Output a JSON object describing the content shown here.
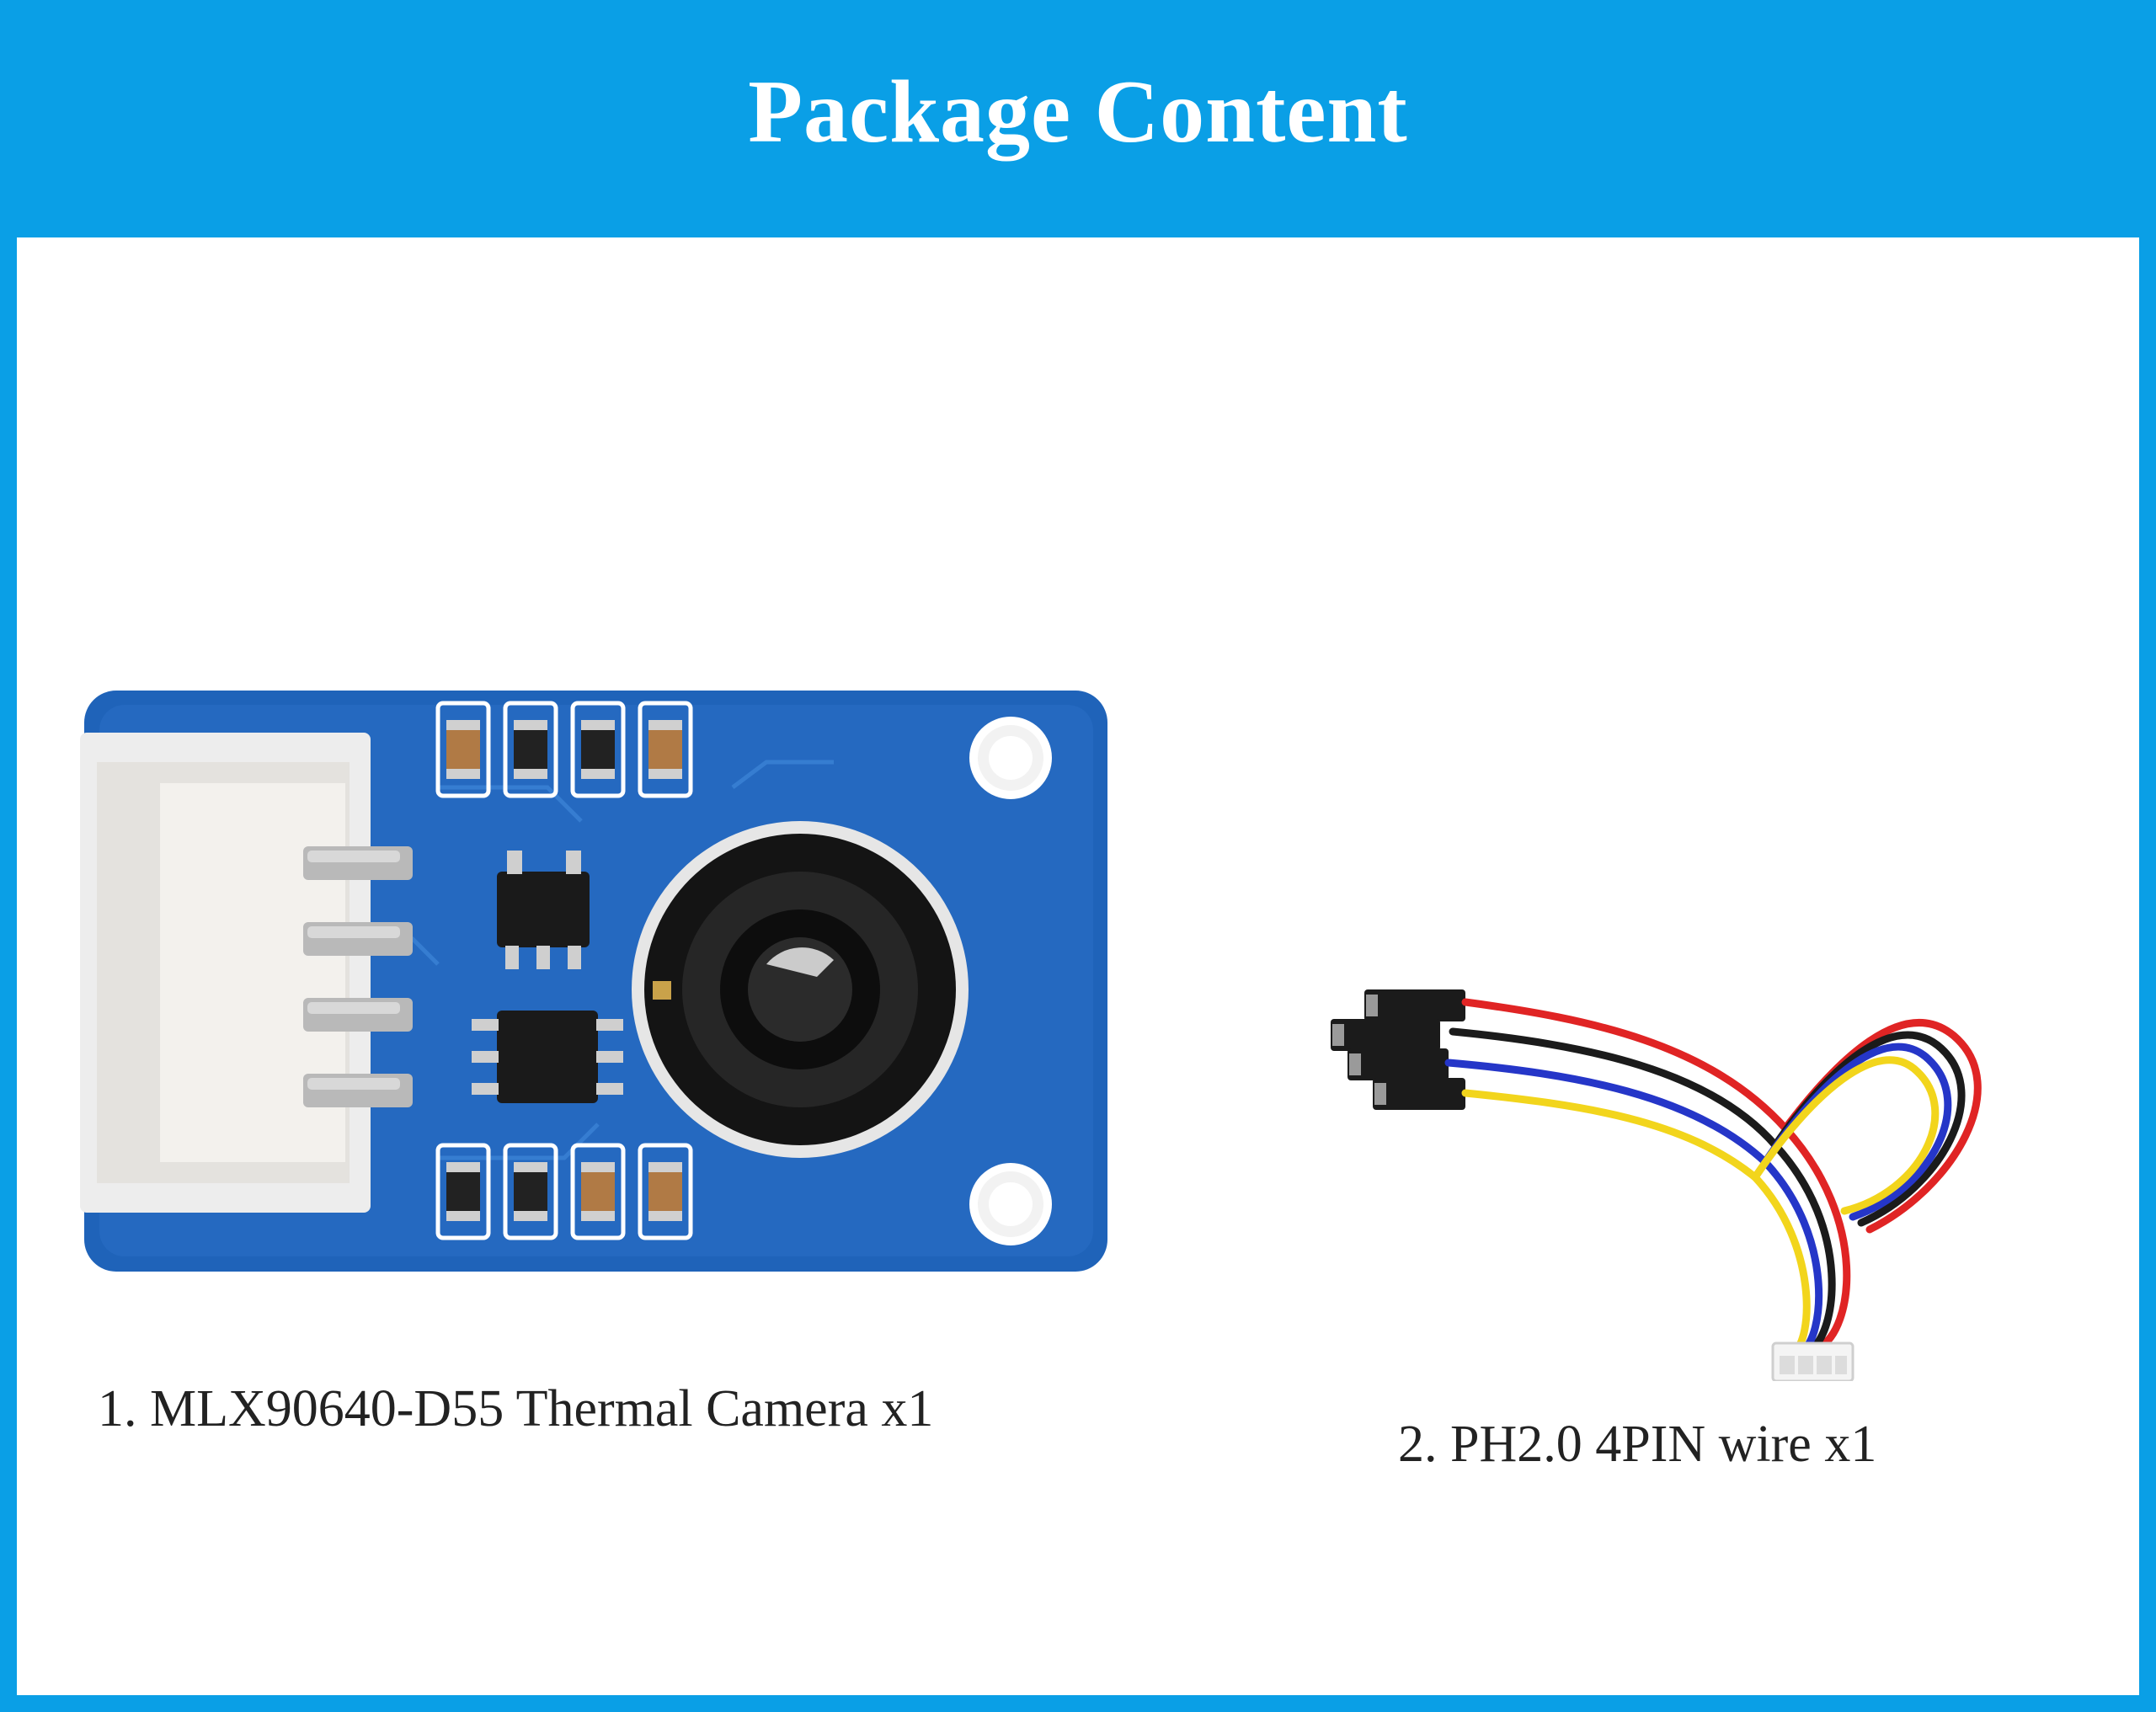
{
  "header": {
    "title": "Package Content",
    "color": "#0a9fe6"
  },
  "items": [
    {
      "label": "1. MLX90640-D55 Thermal Camera x1",
      "icon": "thermal-camera-module-image"
    },
    {
      "label": "2. PH2.0 4PIN wire x1",
      "icon": "ph2-4pin-wire-image"
    }
  ]
}
